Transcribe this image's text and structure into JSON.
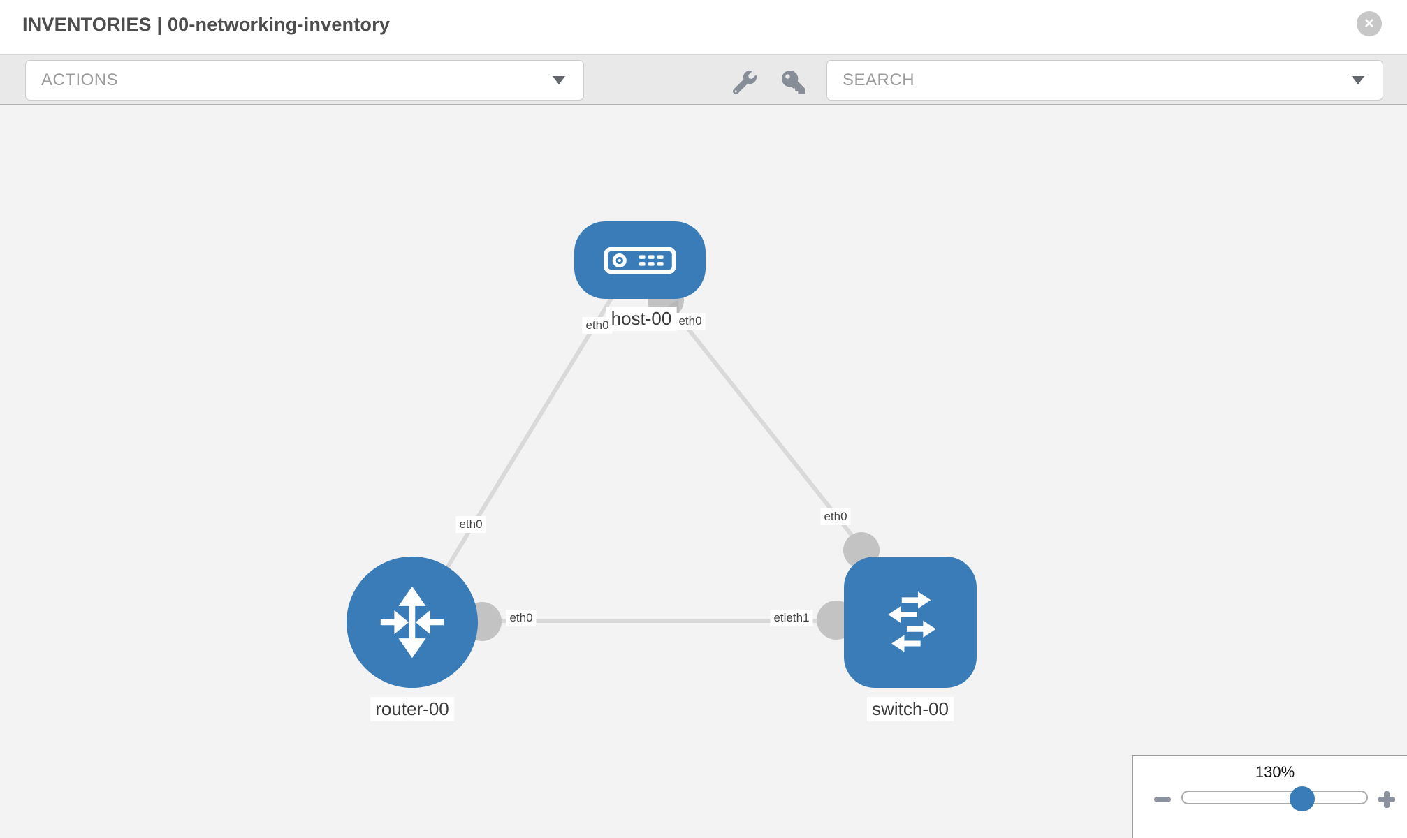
{
  "window": {
    "title": "INVENTORIES | 00-networking-inventory",
    "close_icon": "✕"
  },
  "toolbar": {
    "actions_dropdown": {
      "label": "ACTIONS"
    },
    "tool_icons": [
      {
        "name": "wrench-icon"
      },
      {
        "name": "key-icon"
      }
    ],
    "search_dropdown": {
      "placeholder": "SEARCH"
    }
  },
  "topology": {
    "nodes": [
      {
        "id": "host-00",
        "type": "host",
        "label": "host-00"
      },
      {
        "id": "router-00",
        "type": "router",
        "label": "router-00"
      },
      {
        "id": "switch-00",
        "type": "switch",
        "label": "switch-00"
      }
    ],
    "links": [
      {
        "from": "host-00",
        "to": "router-00",
        "from_interface": "eth0",
        "to_interface": "eth0"
      },
      {
        "from": "host-00",
        "to": "switch-00",
        "from_interface": "eth0",
        "to_interface": "eth0"
      },
      {
        "from": "router-00",
        "to": "switch-00",
        "from_interface": "eth0",
        "to_interface": "eth1"
      }
    ],
    "interface_labels": {
      "host_left": "eth0",
      "host_right": "eth0",
      "router_link_mid": "eth0",
      "switch_link_mid": "eth0",
      "router_right": "eth0",
      "switch_left": "etleth1"
    }
  },
  "zoom_control": {
    "level": "130%"
  },
  "colors": {
    "node_blue": "#3a7cb8",
    "link_gray": "#d9d9d9",
    "port_gray": "#c3c3c3",
    "toolbar_bg": "#e9e9e9",
    "canvas_bg": "#f2f3f2"
  }
}
